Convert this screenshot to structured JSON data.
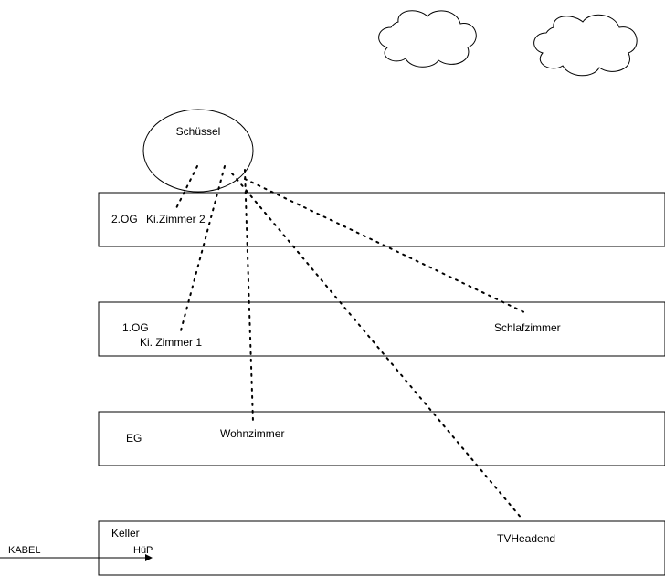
{
  "dish": {
    "label": "Schüssel"
  },
  "floors": [
    {
      "id": "2og",
      "label": "2.OG"
    },
    {
      "id": "1og",
      "label": "1.OG"
    },
    {
      "id": "eg",
      "label": "EG"
    },
    {
      "id": "keller",
      "label": "Keller"
    }
  ],
  "rooms": {
    "ki_zimmer_2": "Ki.Zimmer 2",
    "ki_zimmer_1": "Ki. Zimmer 1",
    "schlafzimmer": "Schlafzimmer",
    "wohnzimmer": "Wohnzimmer",
    "tv_headend": "TVHeadend"
  },
  "feed": {
    "source_label": "KABEL",
    "target_label": "HüP"
  },
  "colors": {
    "stroke": "#000000",
    "fill": "#ffffff"
  }
}
